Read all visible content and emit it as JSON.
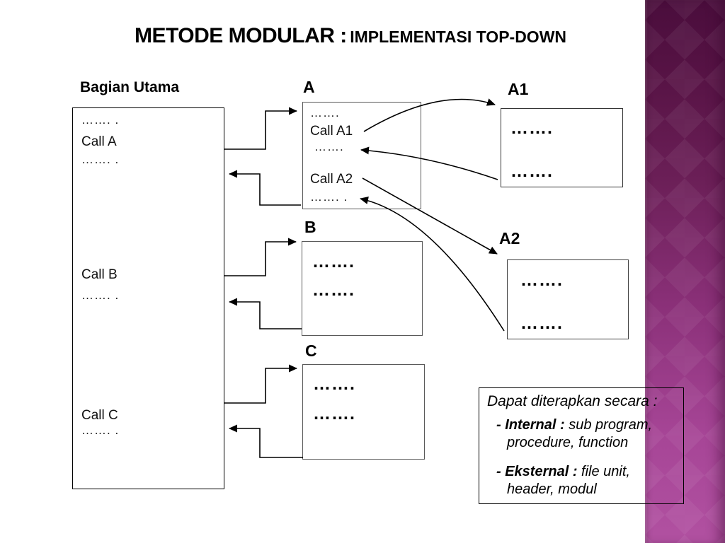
{
  "title": {
    "main": "METODE MODULAR :",
    "sub": "IMPLEMENTASI TOP-DOWN"
  },
  "main_box": {
    "label": "Bagian Utama",
    "dots_top": "……. .",
    "call_a": "Call A",
    "dots_a": "……. .",
    "call_b": "Call B",
    "dots_b": "……. .",
    "call_c": "Call C",
    "dots_c": "……. ."
  },
  "box_a": {
    "label": "A",
    "dots_top": "…….",
    "call_a1": "Call A1",
    "dots_mid": "…….",
    "call_a2": "Call A2",
    "dots_bottom": "……. ."
  },
  "box_b": {
    "label": "B",
    "dots_1": "…….",
    "dots_2": "……."
  },
  "box_c": {
    "label": "C",
    "dots_1": "…….",
    "dots_2": "……."
  },
  "box_a1": {
    "label": "A1",
    "dots_1": "…….",
    "dots_2": "……."
  },
  "box_a2": {
    "label": "A2",
    "dots_1": "…….",
    "dots_2": "……."
  },
  "note": {
    "heading": "Dapat diterapkan secara :",
    "items": [
      {
        "term": "- Internal :",
        "desc_line1": " sub program,",
        "desc_line2": "procedure, function"
      },
      {
        "term": "- Eksternal :",
        "desc_line1": " file unit,",
        "desc_line2": "header, modul"
      }
    ]
  },
  "colors": {
    "sidebar_top": "#4a0d3c",
    "sidebar_bottom": "#b151a1",
    "line": "#000000"
  }
}
